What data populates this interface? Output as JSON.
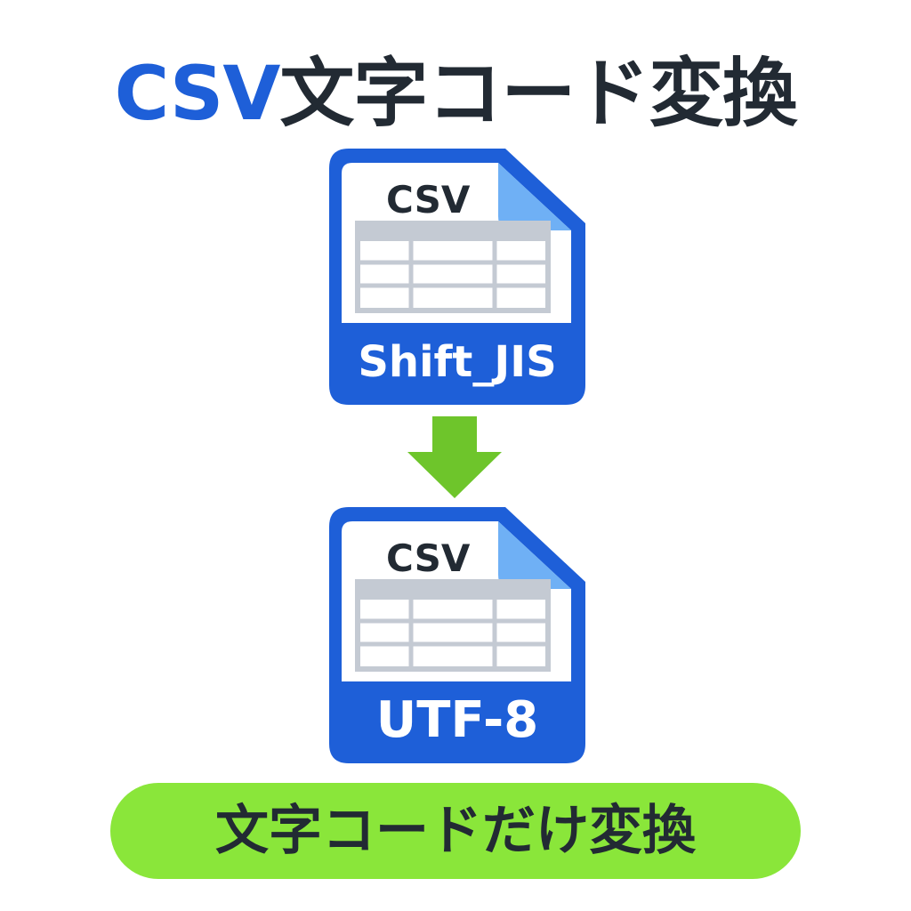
{
  "title": {
    "accent": "CSV",
    "rest": "文字コード変換"
  },
  "source_file": {
    "header": "CSV",
    "encoding": "Shift_JIS"
  },
  "target_file": {
    "header": "CSV",
    "encoding": "UTF-8"
  },
  "arrow_icon": "arrow-down-icon",
  "badge": {
    "text": "文字コードだけ変換"
  },
  "colors": {
    "brand_blue": "#1e5fd8",
    "fold_blue": "#6fb0f5",
    "text_dark": "#222a33",
    "grid_gray": "#c4cad3",
    "arrow_green": "#6ec52b",
    "badge_green": "#8ae63a"
  }
}
